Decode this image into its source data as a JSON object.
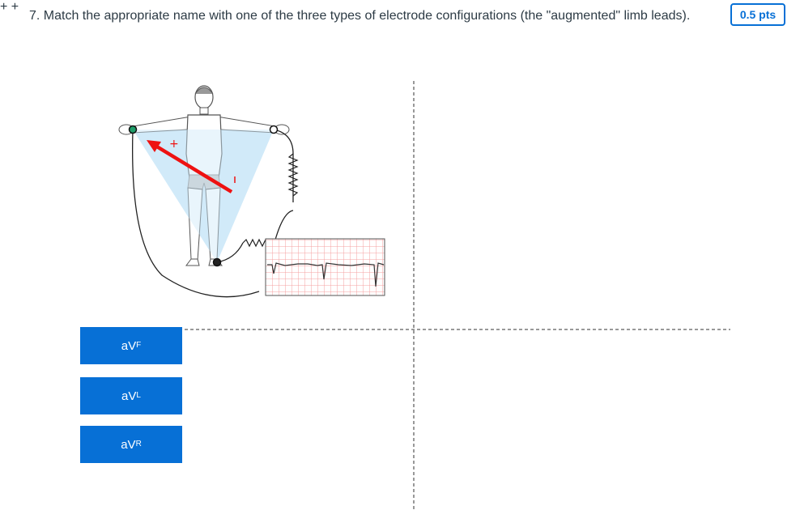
{
  "question": {
    "text": "7. Match the appropriate name with one of the three types of electrode configurations (the \"augmented\" limb leads).",
    "points": "0.5 pts"
  },
  "answers": [
    {
      "base": "aV",
      "sub": "F"
    },
    {
      "base": "aV",
      "sub": "L"
    },
    {
      "base": "aV",
      "sub": "R"
    }
  ],
  "colors": {
    "accent": "#0770d6",
    "vector": "#ee1111",
    "field": "#cfe9f8",
    "ecg_grid": "#f4a0a0"
  },
  "icons": {
    "electrode": "electrode-icon",
    "arrow": "vector-arrow-icon",
    "resistor": "resistor-icon"
  }
}
